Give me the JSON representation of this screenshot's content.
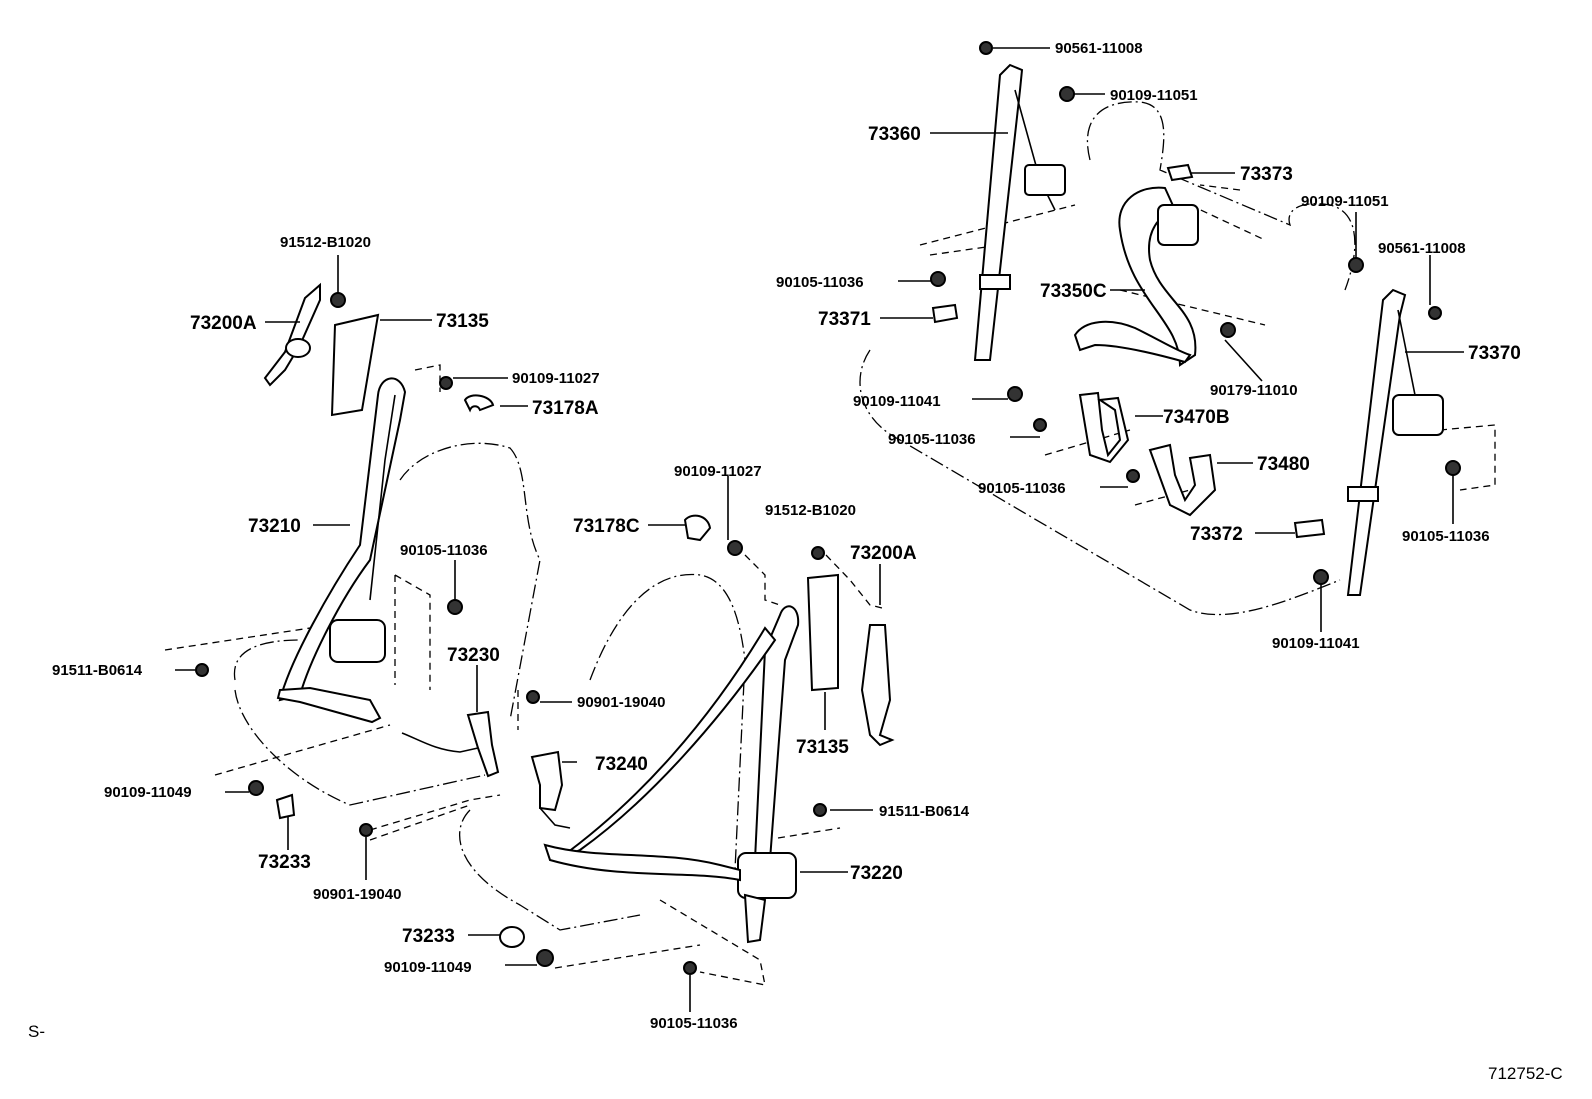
{
  "corner_labels": {
    "left": "S-",
    "right": "712752-C"
  },
  "rear": {
    "p90561_11008_top": "90561-11008",
    "p90109_11051_top": "90109-11051",
    "p73360": "73360",
    "p73373": "73373",
    "p90109_11051_right": "90109-11051",
    "p90561_11008_right": "90561-11008",
    "p90105_11036_a": "90105-11036",
    "p73350c": "73350C",
    "p73371": "73371",
    "p73370": "73370",
    "p90179_11010": "90179-11010",
    "p90109_11041_a": "90109-11041",
    "p73470b": "73470B",
    "p90105_11036_b": "90105-11036",
    "p73480": "73480",
    "p90105_11036_c": "90105-11036",
    "p73372": "73372",
    "p90105_11036_d": "90105-11036",
    "p90109_11041_b": "90109-11041"
  },
  "front_left": {
    "p91512_b1020": "91512-B1020",
    "p73200a": "73200A",
    "p73135": "73135",
    "p90109_11027": "90109-11027",
    "p73178a": "73178A",
    "p73210": "73210",
    "p90105_11036": "90105-11036",
    "p73230": "73230",
    "p91511_b0614": "91511-B0614",
    "p90901_19040_a": "90901-19040",
    "p90109_11049": "90109-11049",
    "p73233": "73233",
    "p90901_19040_b": "90901-19040"
  },
  "front_right": {
    "p90109_11027": "90109-11027",
    "p73178c": "73178C",
    "p91512_b1020": "91512-B1020",
    "p73200a": "73200A",
    "p73240": "73240",
    "p73135": "73135",
    "p91511_b0614": "91511-B0614",
    "p73220": "73220",
    "p73233": "73233",
    "p90109_11049": "90109-11049",
    "p90105_11036": "90105-11036"
  }
}
